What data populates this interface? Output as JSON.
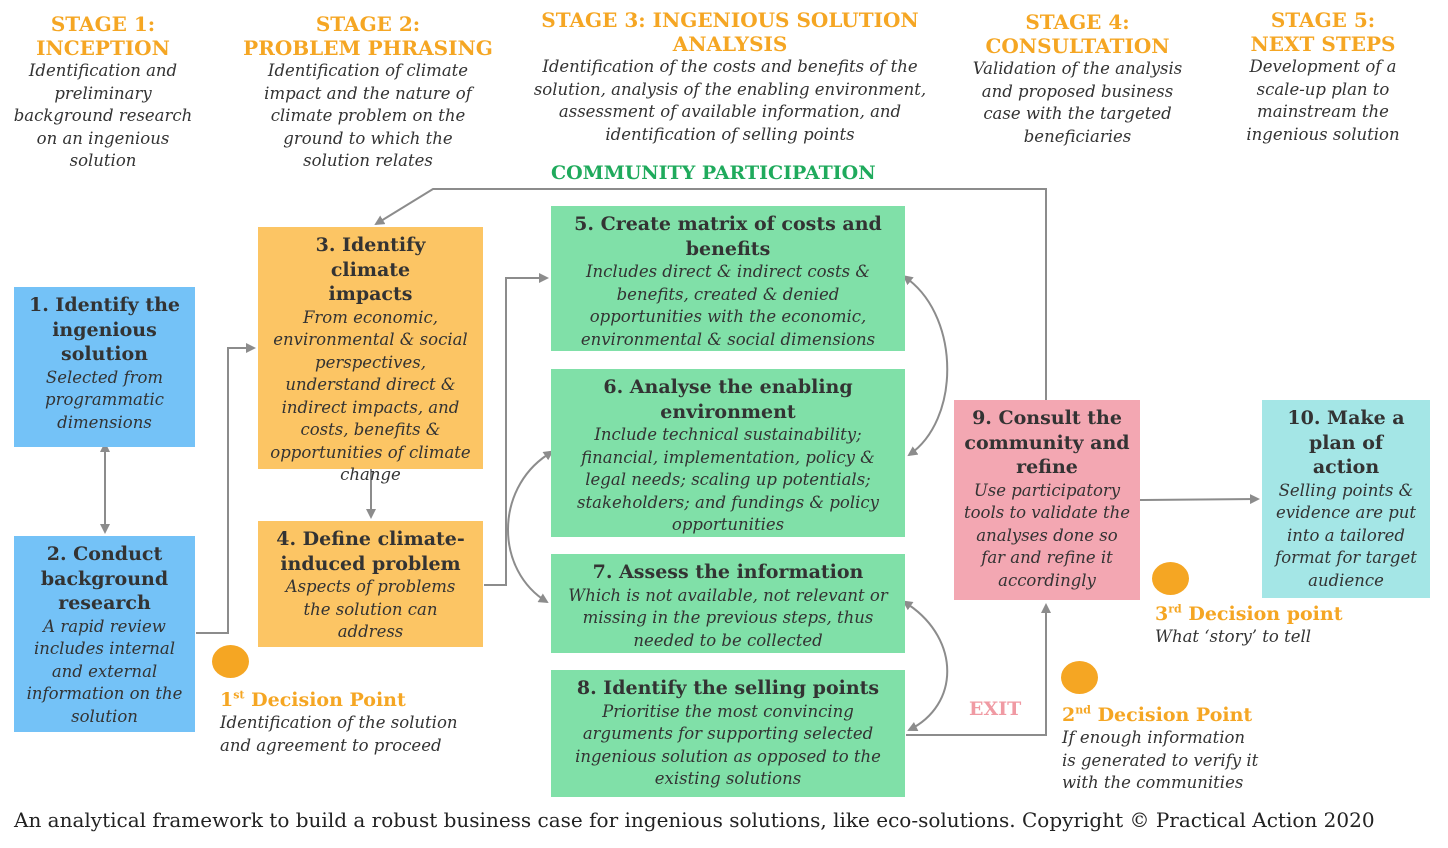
{
  "stages": [
    {
      "title_line1": "STAGE 1:",
      "title_line2": "INCEPTION",
      "description": "Identification and preliminary background research on an ingenious solution"
    },
    {
      "title_line1": "STAGE 2:",
      "title_line2": "PROBLEM PHRASING",
      "description": "Identification of climate impact and the nature of climate problem on the ground to which the solution relates"
    },
    {
      "title_line1": "STAGE 3: INGENIOUS SOLUTION",
      "title_line2": "ANALYSIS",
      "description": "Identification of the costs and benefits of the solution, analysis of the enabling environment, assessment of available information, and identification of selling points"
    },
    {
      "title_line1": "STAGE 4:",
      "title_line2": "CONSULTATION",
      "description": "Validation of the analysis and proposed business case with the targeted beneficiaries"
    },
    {
      "title_line1": "STAGE 5:",
      "title_line2": "NEXT STEPS",
      "description": "Development of a scale-up plan to mainstream the ingenious solution"
    }
  ],
  "community_label": "COMMUNITY PARTICIPATION",
  "exit_label": "EXIT",
  "steps": [
    {
      "title": "1. Identify the ingenious solution",
      "description": "Selected from programmatic dimensions",
      "color": "#74c2f7"
    },
    {
      "title": "2. Conduct background research",
      "description": "A rapid review includes internal and external information on the solution",
      "color": "#74c2f7"
    },
    {
      "title": "3. Identify climate impacts",
      "description": "From economic, environmental & social perspectives, understand direct & indirect impacts, and costs, benefits & opportunities of climate change",
      "color": "#fcc564"
    },
    {
      "title": "4. Define climate-induced problem",
      "description": "Aspects of problems the solution can address",
      "color": "#fcc564"
    },
    {
      "title": "5. Create matrix of costs and benefits",
      "description": "Includes direct & indirect costs & benefits, created & denied opportunities with the economic, environmental & social dimensions",
      "color": "#80e0a8"
    },
    {
      "title": "6. Analyse the enabling environment",
      "description": "Include technical sustainability; financial, implementation, policy & legal needs; scaling up potentials; stakeholders; and fundings & policy opportunities",
      "color": "#80e0a8"
    },
    {
      "title": "7. Assess the information",
      "description": "Which is not available, not relevant or missing in the previous steps, thus needed to be collected",
      "color": "#80e0a8"
    },
    {
      "title": "8. Identify the selling points",
      "description": "Prioritise the most convincing arguments for supporting selected ingenious solution as opposed to the existing solutions",
      "color": "#80e0a8"
    },
    {
      "title": "9. Consult the community and refine",
      "description": "Use participatory tools to validate the analyses done so far and refine it accordingly",
      "color": "#f3a7b2"
    },
    {
      "title": "10. Make a plan of action",
      "description": "Selling points & evidence are put into a tailored format for target audience",
      "color": "#a4e6e6"
    }
  ],
  "decision_points": [
    {
      "number": "1",
      "suffix": "st",
      "title": "Decision Point",
      "description": "Identification of the solution and agreement to proceed"
    },
    {
      "number": "2",
      "suffix": "nd",
      "title": "Decision Point",
      "description": "If enough information is generated to verify it with the communities"
    },
    {
      "number": "3",
      "suffix": "rd",
      "title": "Decision point",
      "description": "What ‘story’ to tell"
    }
  ],
  "caption": "An analytical framework to build a robust business case for ingenious solutions, like eco-solutions. Copyright © Practical Action 2020",
  "colors": {
    "accent": "#f5a623",
    "community": "#1faa5c",
    "exit": "#f09aa3",
    "arrow": "#8c8c8c"
  }
}
